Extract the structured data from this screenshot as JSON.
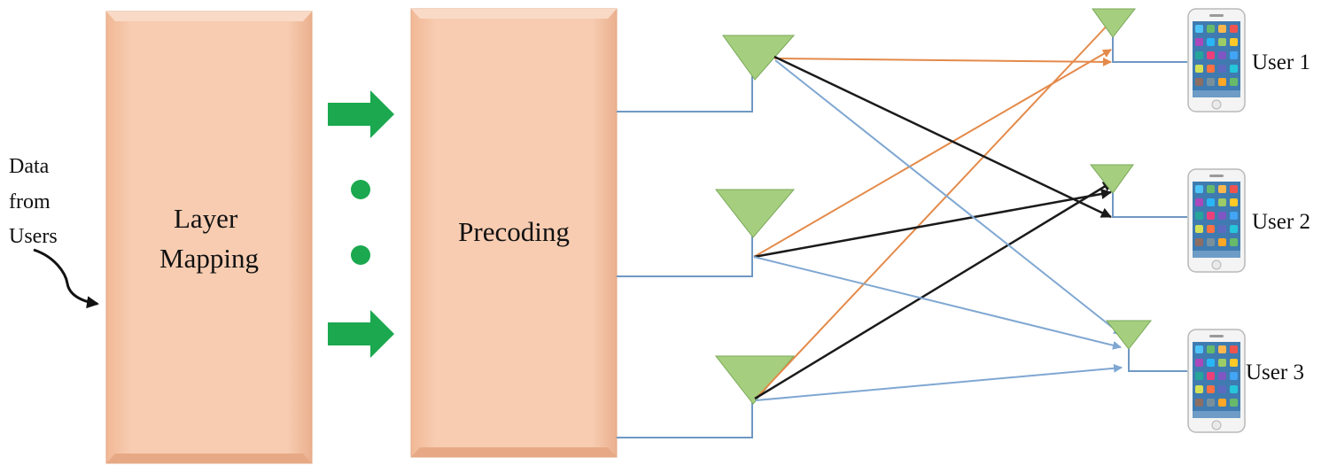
{
  "diagram": {
    "input_label_lines": [
      "Data",
      "from",
      "Users"
    ],
    "layer_mapping_lines": [
      "Layer",
      "Mapping"
    ],
    "precoding_label": "Precoding",
    "users": [
      {
        "label": "User 1"
      },
      {
        "label": "User 2"
      },
      {
        "label": "User 3"
      }
    ],
    "colors": {
      "block_fill": "#f6c5a8",
      "block_edge": "#e2a886",
      "arrow_green": "#1ba84f",
      "dot_green": "#1ba84f",
      "antenna_fill": "#a5cf7e",
      "antenna_edge": "#7aa85a",
      "feed_line": "#6f98c4",
      "link_user1": "#e48a4a",
      "link_user2": "#1a1a1a",
      "link_user3": "#7fa7d2"
    },
    "icons": [
      "curved-arrow-icon",
      "right-arrow-icon",
      "antenna-icon",
      "smartphone-icon"
    ]
  }
}
